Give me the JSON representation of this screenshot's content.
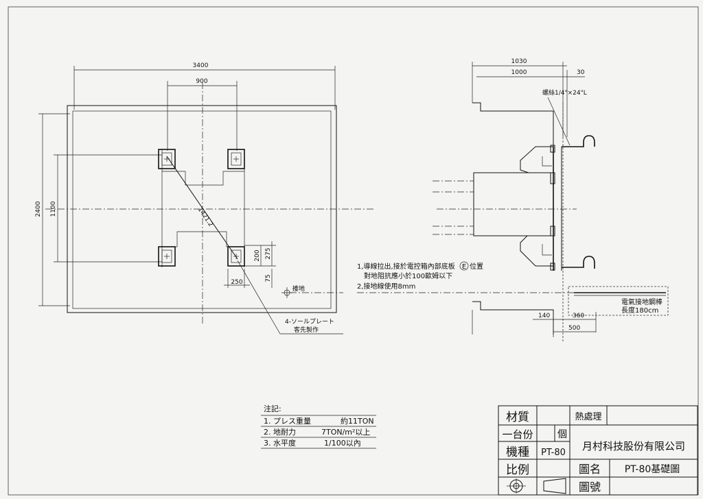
{
  "plan": {
    "dim_width_total": "3400",
    "dim_width_inner": "900",
    "dim_height_total": "2400",
    "dim_height_inner": "1100",
    "dim_diagonal": "1421.2",
    "dim_pad_200": "200",
    "dim_pad_275": "275",
    "dim_pad_75": "75",
    "dim_pad_250": "250",
    "ground_label": "接地",
    "callout_line1": "4-ソールプレート",
    "callout_line2": "客先製作"
  },
  "section": {
    "dim_1030": "1030",
    "dim_1000": "1000",
    "dim_30": "30",
    "bolt_label": "螺絲1/4\"×24\"L",
    "dim_140": "140",
    "dim_360": "360",
    "dim_500": "500",
    "rod_label_1": "電氣接地鋼棒",
    "rod_label_2": "長度180cm"
  },
  "instructions": {
    "line1": "1,導線拉出,接於電控箱內部底板",
    "line1_mark": "E",
    "line1_end": "位置",
    "line2": "對地阻抗應小於100歐姆以下",
    "line3": "2,接地線使用8mm"
  },
  "notes": {
    "title": "注記:",
    "rows": [
      {
        "label": "1. プレス重量",
        "value": "約11TON"
      },
      {
        "label": "2. 地耐力",
        "value": "7TON/m²以上"
      },
      {
        "label": "3. 水平度",
        "value": "1/100以內"
      }
    ]
  },
  "title_block": {
    "material_label": "材質",
    "heat_label": "熱處理",
    "qty_label": "一台份",
    "qty_unit": "個",
    "company": "月村科技股份有限公司",
    "model_label": "機種",
    "model_value": "PT-80",
    "scale_label": "比例",
    "drawing_name_label": "圖名",
    "drawing_name_value": "PT-80基礎圖",
    "drawing_no_label": "圖號"
  }
}
